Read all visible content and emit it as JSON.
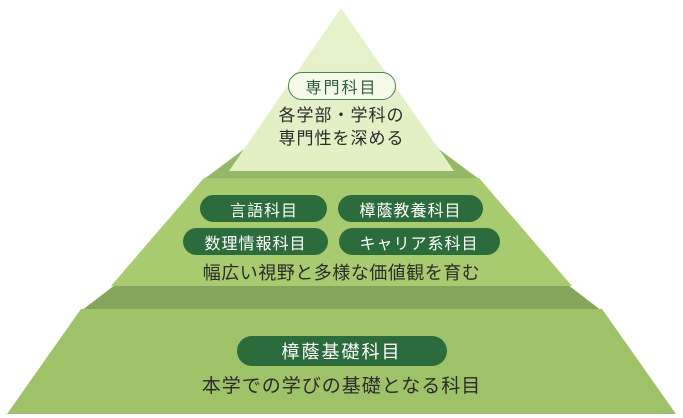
{
  "diagram": {
    "tiers": {
      "top": {
        "pill": "専門科目",
        "lines": [
          "各学部・学科の",
          "専門性を深める"
        ]
      },
      "middle": {
        "pills": [
          "言語科目",
          "樟蔭教養科目",
          "数理情報科目",
          "キャリア系科目"
        ],
        "caption": "幅広い視野と多様な価値観を育む"
      },
      "bottom": {
        "pill": "樟蔭基礎科目",
        "caption": "本学での学びの基礎となる科目"
      }
    },
    "colors": {
      "background": "#ffffff",
      "tier_top_fill": "#dcecb7",
      "tier_middle_fill": "#a7cb6e",
      "tier_bottom_fill": "#9dc268",
      "ledge_middle_fill": "#95b868",
      "ledge_bottom_fill": "#85a65a",
      "pill_dark_bg": "#2b6b3c",
      "pill_dark_text": "#ffffff",
      "pill_light_bg": "#f5fae9",
      "pill_light_border": "#4d8150",
      "pill_light_text": "#2f5f35",
      "caption_text": "#2b2b2b"
    }
  }
}
